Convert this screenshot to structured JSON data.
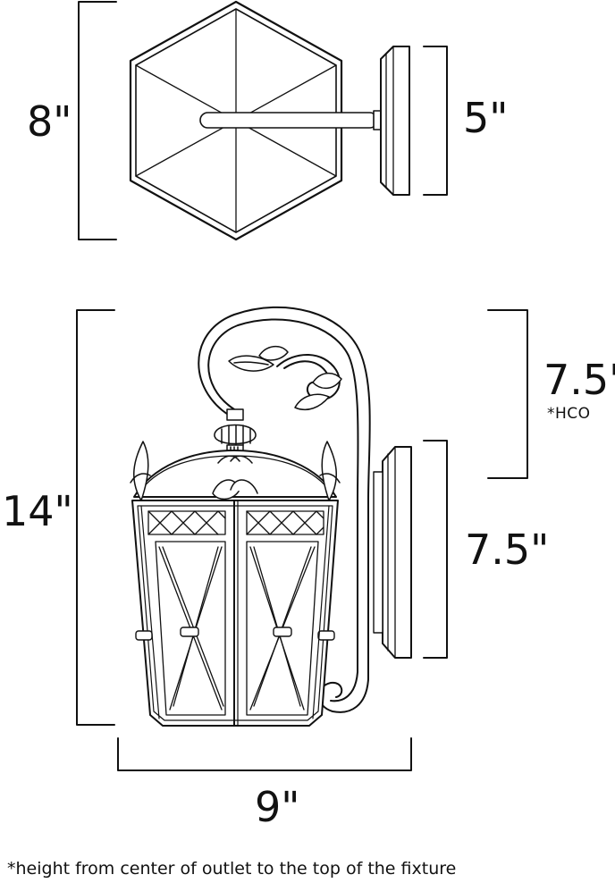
{
  "dimensions": {
    "top_height": "8\"",
    "backplate_height": "5\"",
    "overall_height": "14\"",
    "hco_value": "7.5\"",
    "hco_label": "*HCO",
    "lower_backplate_height": "7.5\"",
    "width": "9\""
  },
  "footnote": "*height from center of outlet to the top of the fixture",
  "colors": {
    "line": "#111111",
    "background": "#ffffff"
  }
}
